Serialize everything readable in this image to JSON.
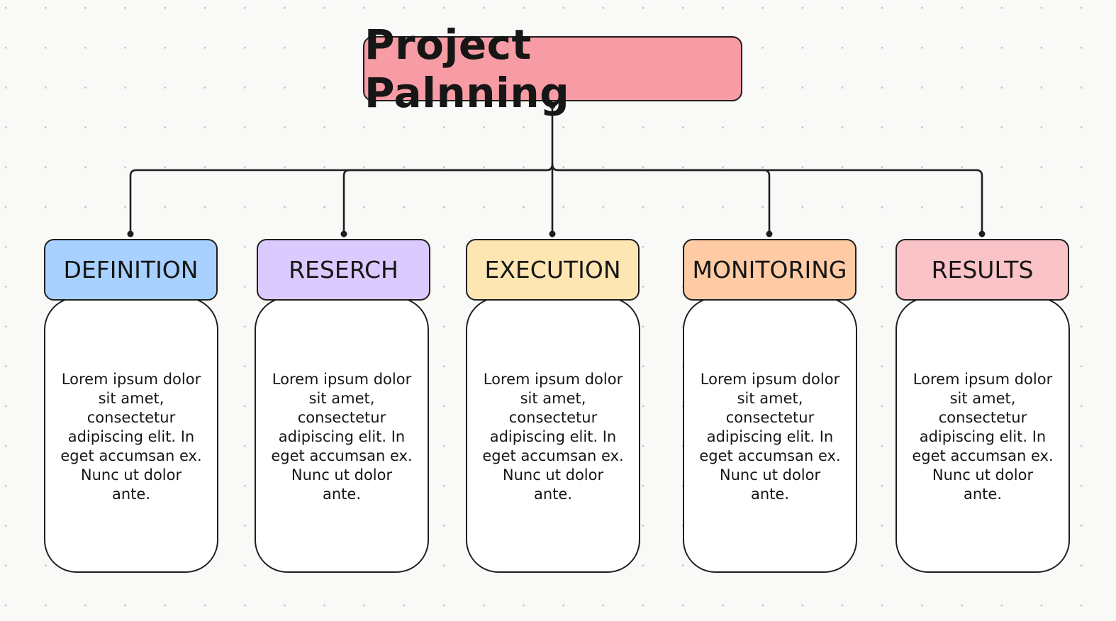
{
  "title": {
    "text": "Project Palnning",
    "color": "#f79ca4"
  },
  "columns": [
    {
      "label": "DEFINITION",
      "color": "#a8d1ff",
      "body": "Lorem ipsum dolor sit amet, consectetur adipiscing elit. In eget accumsan ex. Nunc ut dolor ante."
    },
    {
      "label": "RESERCH",
      "color": "#dbcafe",
      "body": "Lorem ipsum dolor sit amet, consectetur adipiscing elit. In eget accumsan ex. Nunc ut dolor ante."
    },
    {
      "label": "EXECUTION",
      "color": "#fee6b3",
      "body": "Lorem ipsum dolor sit amet, consectetur adipiscing elit. In eget accumsan ex. Nunc ut dolor ante."
    },
    {
      "label": "MONITORING",
      "color": "#fecba5",
      "body": "Lorem ipsum dolor sit amet, consectetur adipiscing elit. In eget accumsan ex. Nunc ut dolor ante."
    },
    {
      "label": "RESULTS",
      "color": "#f9c3c8",
      "body": "Lorem ipsum dolor sit amet, consectetur adipiscing elit. In eget accumsan ex. Nunc ut dolor ante."
    }
  ]
}
